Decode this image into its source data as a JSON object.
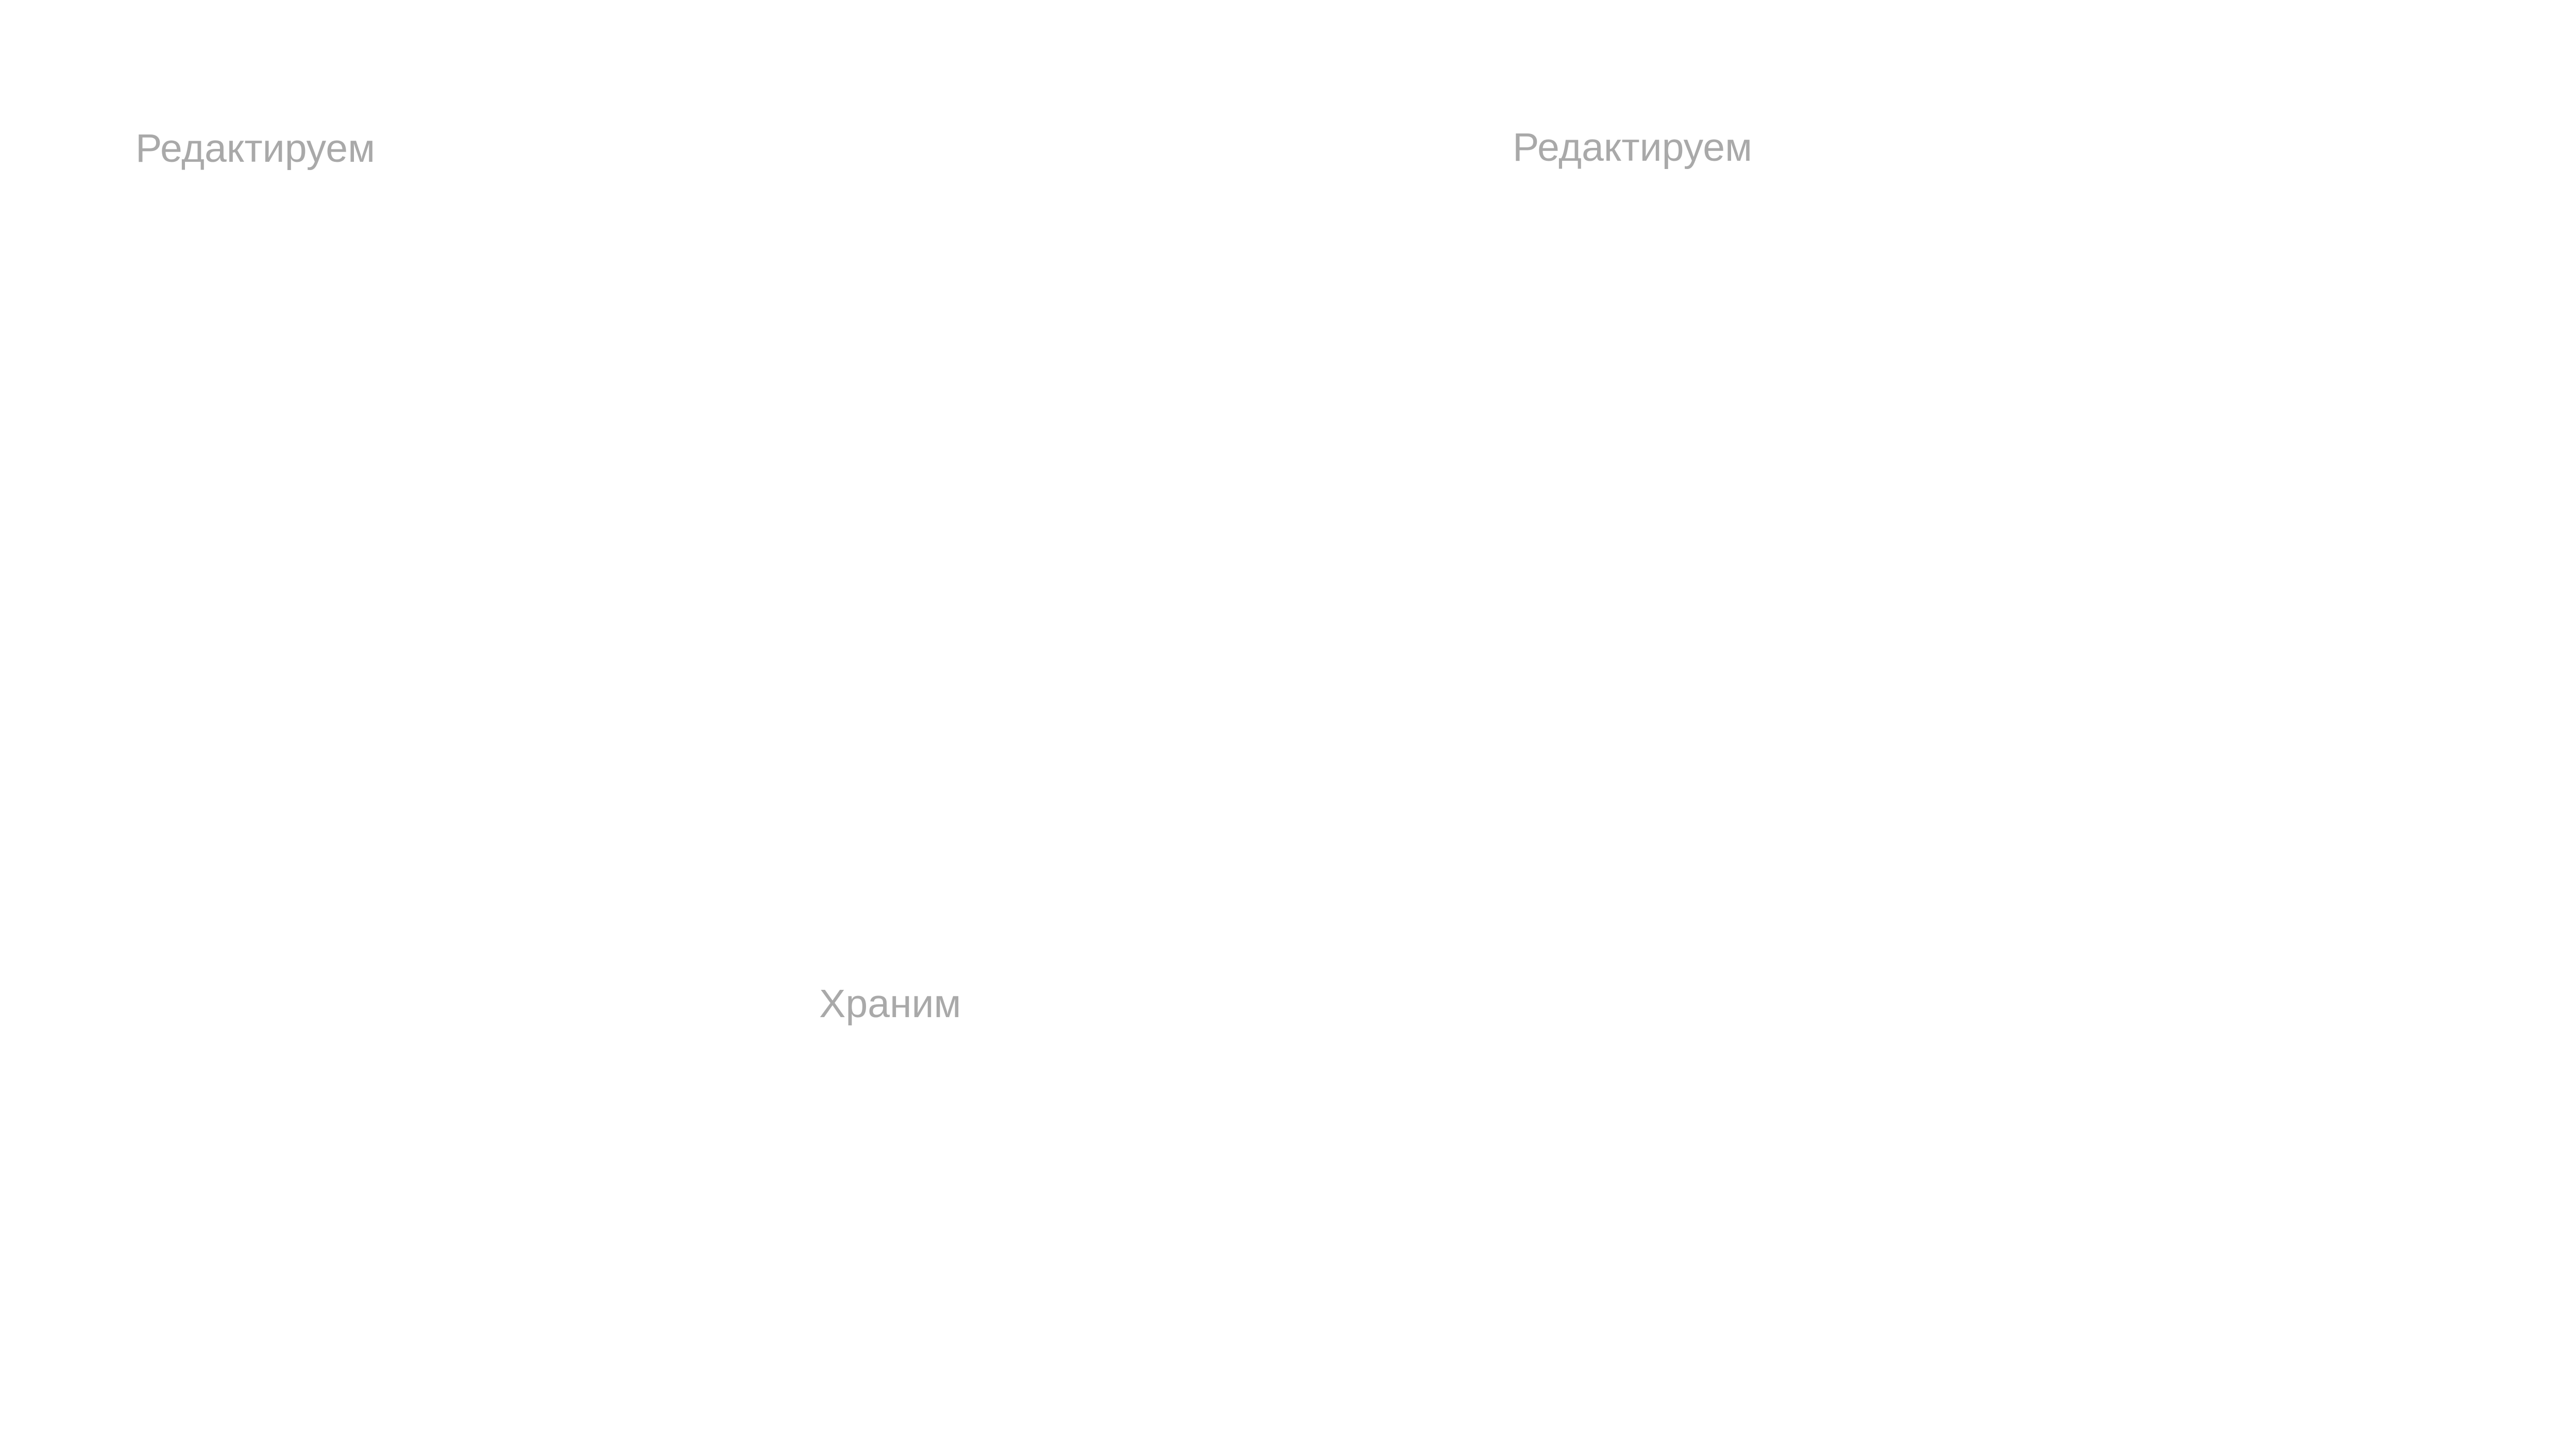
{
  "labels": {
    "edit_left": "Редактируем",
    "edit_right": "Редактируем",
    "store": "Храним"
  },
  "colors": {
    "background": "#ffffff",
    "label_text": "#a9a9a9"
  }
}
